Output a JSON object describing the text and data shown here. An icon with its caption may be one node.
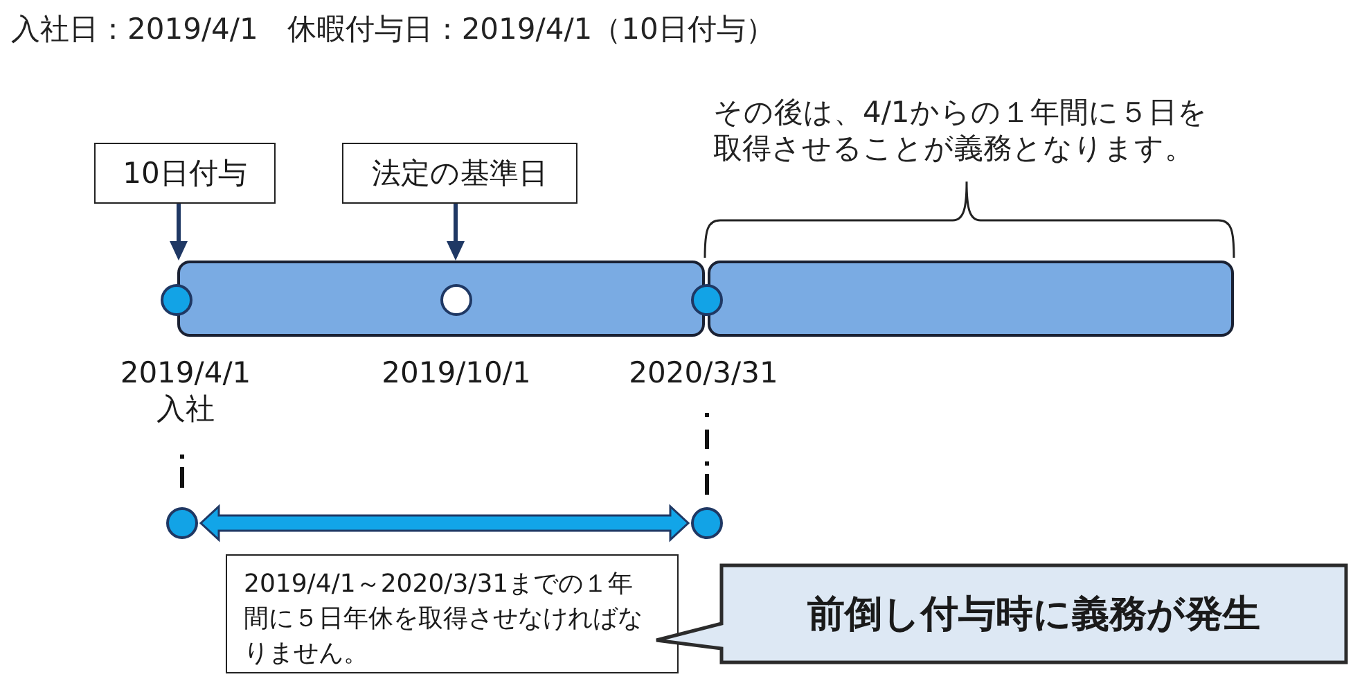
{
  "diagram": {
    "title": "入社日：2019/4/1　休暇付与日：2019/4/1（10日付与）",
    "nodes": [
      {
        "text": [
          "10日付与"
        ]
      },
      {
        "text": [
          "法定の基準日"
        ]
      },
      {
        "text": [],
        "shape": "bar"
      },
      {
        "text": [],
        "shape": "bar"
      },
      {
        "text": [],
        "shape": "circle"
      },
      {
        "text": [],
        "shape": "circle",
        "in": 2,
        "beside": [
          "2019/10/1"
        ]
      },
      {
        "text": [],
        "shape": "circle"
      },
      {
        "text": [
          "2019/4/1",
          "入社"
        ]
      },
      {
        "text": [
          "2020/3/31"
        ]
      },
      {
        "text": [],
        "shape": "circle"
      },
      {
        "text": [],
        "shape": "circle"
      },
      {
        "text": [
          "2019/4/1～2020/3/31までの１年間に５日年休を取得させなければなりません。"
        ]
      },
      {
        "text": [
          "前倒し付与時に義務が発生"
        ]
      }
    ],
    "edges": [
      {
        "from": 0,
        "to": 2,
        "arrow": "to",
        "color": "#1f3864"
      },
      {
        "from": 1,
        "to": 2,
        "arrow": "to",
        "color": "#1f3864"
      },
      {
        "from": 7,
        "to": 9,
        "arrow": "none",
        "style": "dashed"
      },
      {
        "from": 8,
        "to": 10,
        "arrow": "none",
        "style": "dashed"
      },
      {
        "from": 9,
        "to": 10,
        "arrow": "both",
        "style": "thick",
        "color": "#12a5e8"
      }
    ],
    "labels": [
      "その後は、4/1からの１年間に５日を取得させることが義務となります。"
    ]
  }
}
